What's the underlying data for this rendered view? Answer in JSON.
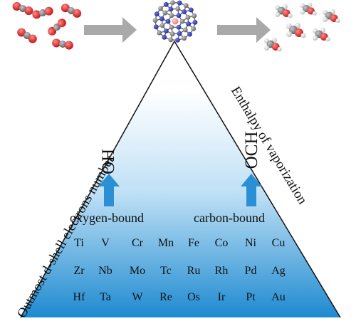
{
  "left_axis_label": "Outmost d-shell electrons number",
  "right_axis_label": "Enthalpy of vaporization",
  "left_species": "OH",
  "right_species": "OCH",
  "left_group": "oxygen-bound",
  "right_group": "carbon-bound",
  "element_rows": [
    [
      "Ti",
      "V",
      "Cr",
      "Mn",
      "Fe",
      "Co",
      "Ni",
      "Cu"
    ],
    [
      "Zr",
      "Nb",
      "Mo",
      "Tc",
      "Ru",
      "Rh",
      "Pd",
      "Ag"
    ],
    [
      "Hf",
      "Ta",
      "W",
      "Re",
      "Os",
      "Ir",
      "Pt",
      "Au"
    ]
  ],
  "colors": {
    "arrow": "#a9a9a9",
    "blue_arrow": "#2b8fd6",
    "gradient_top": "#ffffff",
    "gradient_bottom": "#1e8ad0",
    "oxygen": "#d61f1f",
    "carbon": "#7a7a7a",
    "hydrogen": "#e8e8e8",
    "nitrogen": "#2a36b8",
    "metal": "#f19a9a"
  },
  "icons": [
    "co2-molecule-icon",
    "catalyst-framework-icon",
    "methanol-molecule-icon",
    "process-arrow-icon"
  ]
}
